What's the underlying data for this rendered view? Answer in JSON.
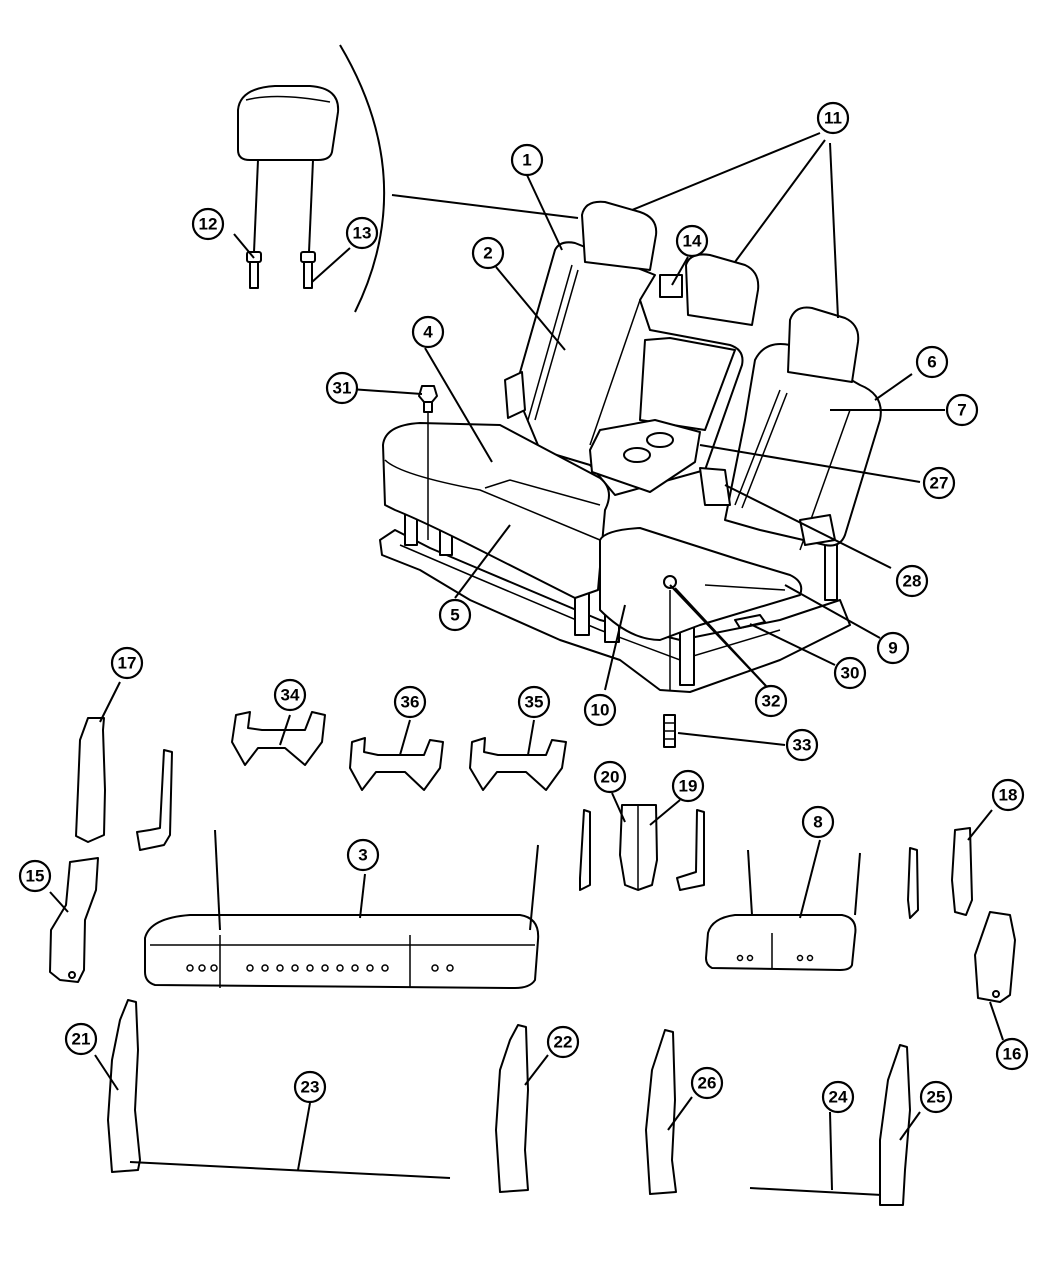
{
  "callouts": [
    {
      "id": "c1",
      "label": "1"
    },
    {
      "id": "c2",
      "label": "2"
    },
    {
      "id": "c3",
      "label": "3"
    },
    {
      "id": "c4",
      "label": "4"
    },
    {
      "id": "c5",
      "label": "5"
    },
    {
      "id": "c6",
      "label": "6"
    },
    {
      "id": "c7",
      "label": "7"
    },
    {
      "id": "c8",
      "label": "8"
    },
    {
      "id": "c9",
      "label": "9"
    },
    {
      "id": "c10",
      "label": "10"
    },
    {
      "id": "c11",
      "label": "11"
    },
    {
      "id": "c12",
      "label": "12"
    },
    {
      "id": "c13",
      "label": "13"
    },
    {
      "id": "c14",
      "label": "14"
    },
    {
      "id": "c15",
      "label": "15"
    },
    {
      "id": "c16",
      "label": "16"
    },
    {
      "id": "c17",
      "label": "17"
    },
    {
      "id": "c18",
      "label": "18"
    },
    {
      "id": "c19",
      "label": "19"
    },
    {
      "id": "c20",
      "label": "20"
    },
    {
      "id": "c21",
      "label": "21"
    },
    {
      "id": "c22",
      "label": "22"
    },
    {
      "id": "c23",
      "label": "23"
    },
    {
      "id": "c24",
      "label": "24"
    },
    {
      "id": "c25",
      "label": "25"
    },
    {
      "id": "c26",
      "label": "26"
    },
    {
      "id": "c27",
      "label": "27"
    },
    {
      "id": "c28",
      "label": "28"
    },
    {
      "id": "c30",
      "label": "30"
    },
    {
      "id": "c31",
      "label": "31"
    },
    {
      "id": "c32",
      "label": "32"
    },
    {
      "id": "c33",
      "label": "33"
    },
    {
      "id": "c34",
      "label": "34"
    },
    {
      "id": "c35",
      "label": "35"
    },
    {
      "id": "c36",
      "label": "36"
    }
  ]
}
